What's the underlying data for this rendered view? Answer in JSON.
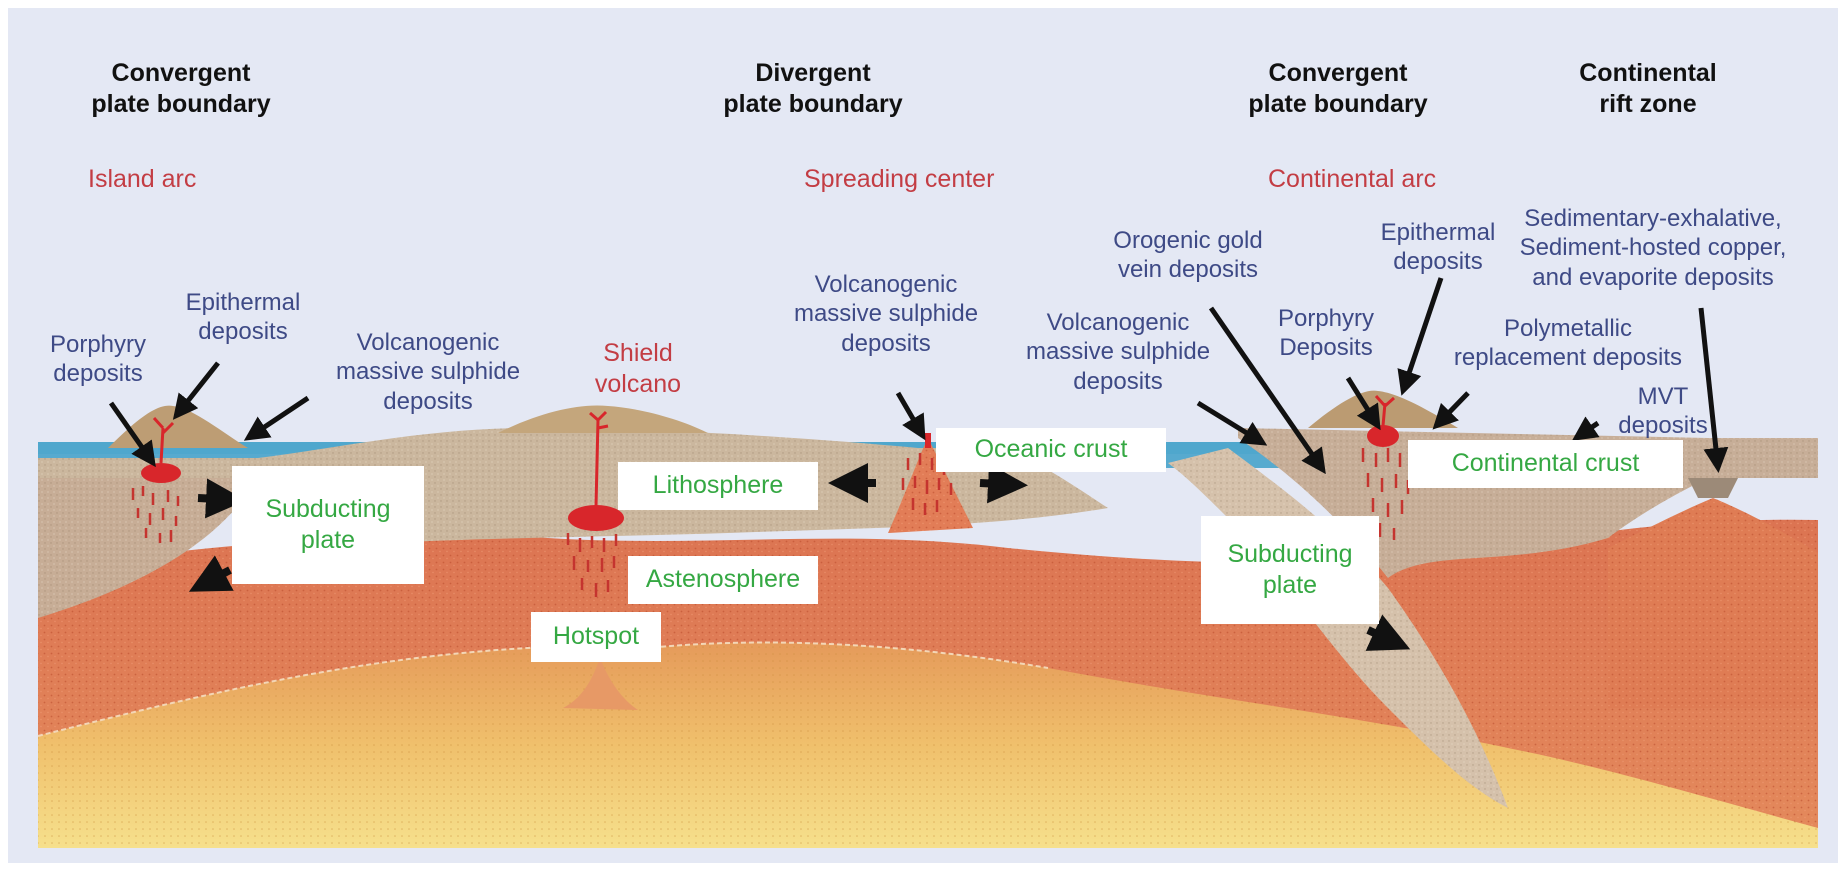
{
  "headers": {
    "convergent_left": "Convergent\nplate boundary",
    "divergent": "Divergent\nplate boundary",
    "convergent_right": "Convergent\nplate boundary",
    "rift": "Continental\nrift zone"
  },
  "settings": {
    "island_arc": "Island arc",
    "spreading_center": "Spreading center",
    "continental_arc": "Continental arc",
    "shield_volcano": "Shield\nvolcano"
  },
  "deposits": {
    "porphyry_left": "Porphyry\ndeposits",
    "epithermal_left": "Epithermal\ndeposits",
    "vms_left": "Volcanogenic\nmassive sulphide\ndeposits",
    "vms_ridge": "Volcanogenic\nmassive sulphide\ndeposits",
    "vms_right": "Volcanogenic\nmassive sulphide\ndeposits",
    "orogenic_gold": "Orogenic gold\nvein deposits",
    "epithermal_right": "Epithermal\ndeposits",
    "porphyry_right": "Porphyry\nDeposits",
    "polymetallic": "Polymetallic\nreplacement deposits",
    "sedex": "Sedimentary-exhalative,\nSediment-hosted copper,\nand evaporite deposits",
    "mvt": "MVT\ndeposits"
  },
  "layers": {
    "subducting_left": "Subducting\nplate",
    "lithosphere": "Lithosphere",
    "oceanic_crust": "Oceanic crust",
    "asthenosphere": "Astenosphere",
    "hotspot": "Hotspot",
    "subducting_right": "Subducting\nplate",
    "continental_crust": "Continental crust"
  },
  "colors": {
    "background": "#e4e8f4",
    "heading": "#111111",
    "tectonic_setting": "#c33d44",
    "deposit": "#3e4a86",
    "layer_label": "#35a843",
    "ocean": "#4fa6cc",
    "crust": "#c8b49a",
    "lithosphere": "#d6c2ad",
    "asthenosphere": "#df7a54",
    "deep_mantle": "#eebc66",
    "magma": "#d8262b"
  }
}
